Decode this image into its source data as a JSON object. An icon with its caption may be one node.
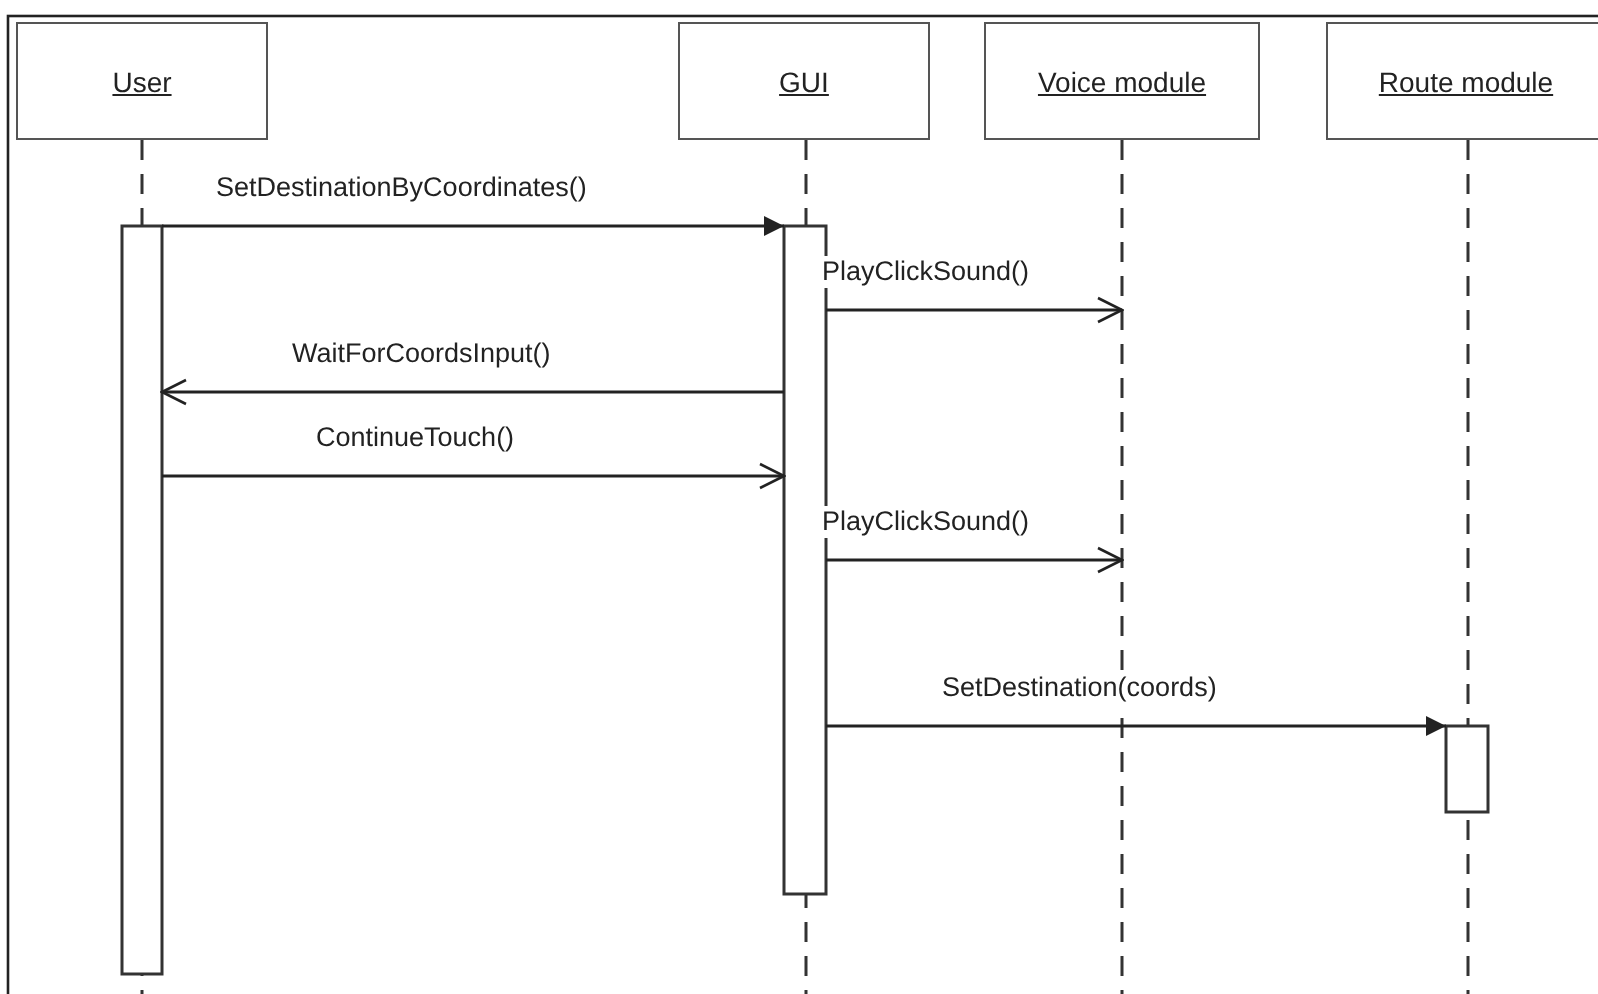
{
  "diagram": {
    "nodes": [
      {
        "text": [
          "User"
        ]
      },
      {
        "text": [
          "GUI"
        ]
      },
      {
        "text": [
          "Voice module"
        ]
      },
      {
        "text": [
          "Route module"
        ]
      },
      {
        "text": [],
        "shape": "line"
      },
      {
        "text": [],
        "shape": "line"
      },
      {
        "text": [],
        "shape": "line"
      },
      {
        "text": [],
        "shape": "line"
      },
      {
        "text": [],
        "shape": "bar"
      },
      {
        "text": [],
        "shape": "bar"
      },
      {
        "text": [],
        "shape": "bar"
      }
    ],
    "edges": [
      {
        "from": 8,
        "to": 9,
        "arrow": "to",
        "label": "SetDestinationByCoordinates()"
      },
      {
        "from": 9,
        "to": 6,
        "arrow": "to",
        "label": "PlayClickSound()"
      },
      {
        "from": 9,
        "to": 8,
        "arrow": "to",
        "label": "WaitForCoordsInput()"
      },
      {
        "from": 8,
        "to": 9,
        "arrow": "to",
        "label": "ContinueTouch()"
      },
      {
        "from": 9,
        "to": 6,
        "arrow": "to",
        "label": "PlayClickSound()"
      },
      {
        "from": 9,
        "to": 10,
        "arrow": "to",
        "label": "SetDestination(coords)"
      }
    ]
  }
}
